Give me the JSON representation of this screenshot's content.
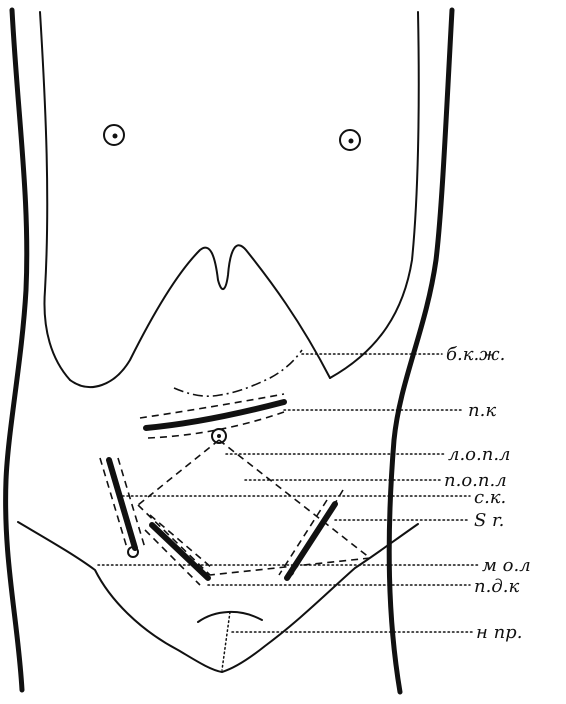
{
  "labels": {
    "bkzh": "б.к.ж.",
    "pk": "п.к",
    "lopl": "л.о.п.л",
    "popl": "п.о.п.л",
    "sk": "с.к.",
    "sr": "S r.",
    "mol": "м о.л",
    "pdk": "п.д.к",
    "npr": "н пр."
  }
}
